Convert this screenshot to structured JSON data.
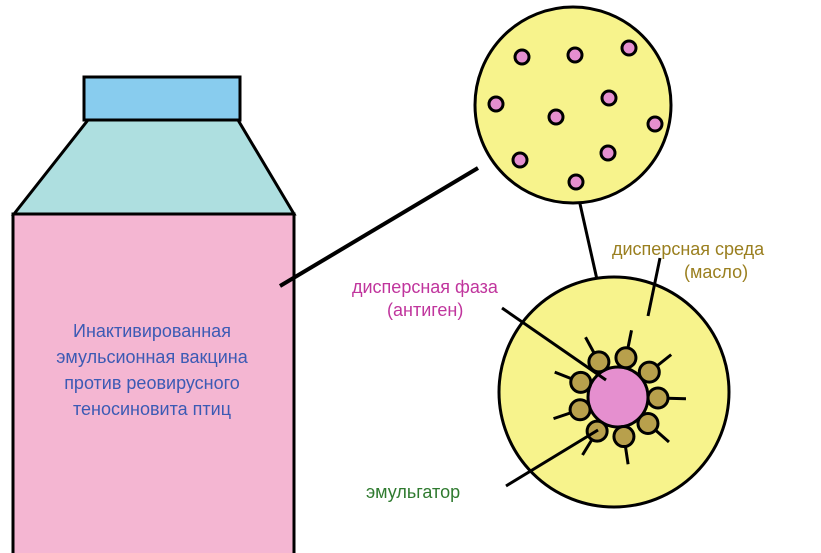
{
  "colors": {
    "cap": "#88ccee",
    "shoulder": "#aedfe0",
    "body": "#f4b6d2",
    "bottle_text": "#3c5ab4",
    "droplet_field": "#f7f38c",
    "antigen": "#e58fcf",
    "emulsifier": "#b8a04c",
    "phase_label": "#c0359d",
    "medium_label": "#9a7f1f",
    "emulsifier_label": "#2f7a2f"
  },
  "bottle": {
    "label_lines": [
      "Инактивированная",
      "эмульсионная вакцина",
      "против реовирусного",
      "теносиновита птиц"
    ]
  },
  "labels": {
    "dispersed_medium_line1": "дисперсная среда",
    "dispersed_medium_line2": "(масло)",
    "dispersed_phase_line1": "дисперсная фаза",
    "dispersed_phase_line2": "(антиген)",
    "emulsifier": "эмульгатор"
  }
}
